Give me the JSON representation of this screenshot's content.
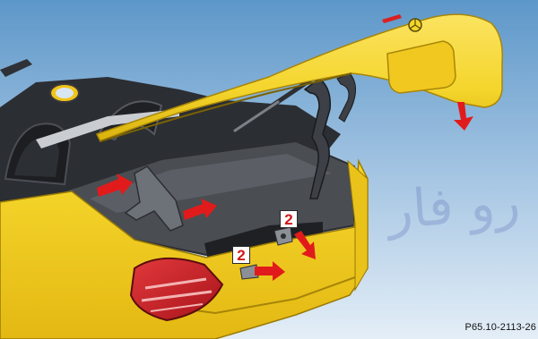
{
  "callouts": {
    "first": "2",
    "second": "2"
  },
  "figure_code": "P65.10-2113-26",
  "watermark_text": "رو فار",
  "colors": {
    "sky_top": "#5d97c9",
    "sky_bottom": "#e4eef7",
    "body_yellow": "#f2cc1d",
    "lid_yellow": "#f4d52c",
    "arrow_red": "#e11b1b",
    "taillight_red": "#c81d22"
  },
  "icons": [
    "mercedes-star-emblem",
    "arrow-icon"
  ]
}
